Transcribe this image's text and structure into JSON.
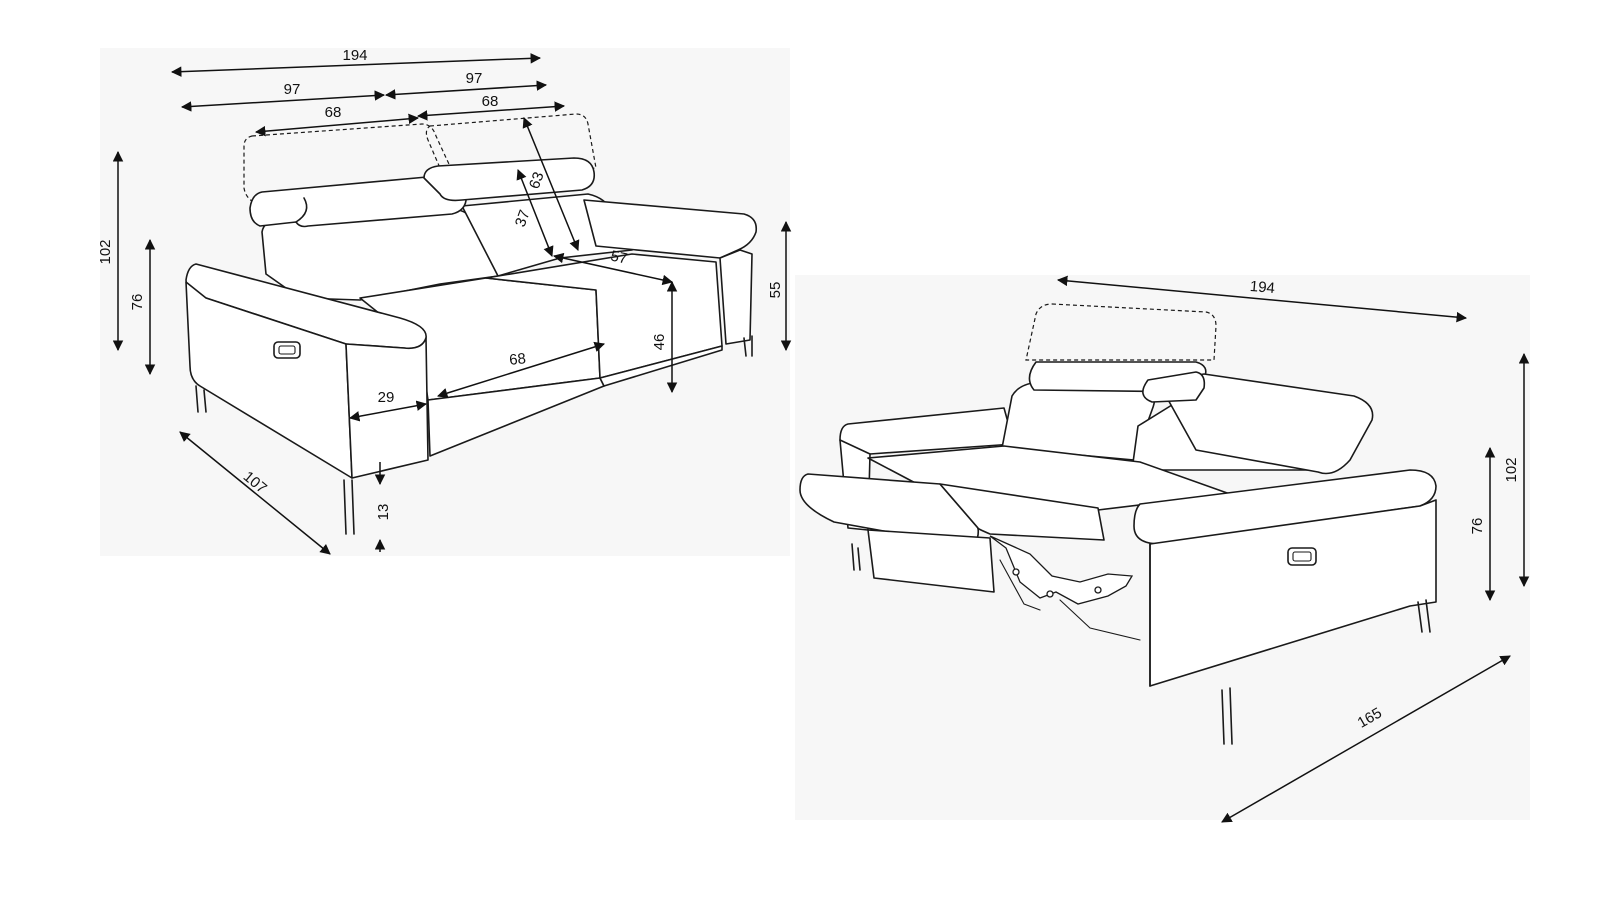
{
  "diagram": {
    "view_upright": {
      "width_total": "194",
      "half_width_left": "97",
      "half_width_right": "97",
      "headrest_width_left": "68",
      "headrest_width_right": "68",
      "height_total": "102",
      "height_back": "76",
      "headrest_travel": "63",
      "back_height_seat": "37",
      "seat_depth_back": "57",
      "arm_height": "55",
      "seat_height": "46",
      "seat_depth": "68",
      "arm_width": "29",
      "depth_total": "107",
      "leg_clearance": "13"
    },
    "view_reclined": {
      "width_total": "194",
      "height_total": "102",
      "height_back": "76",
      "depth_reclined": "165"
    }
  }
}
